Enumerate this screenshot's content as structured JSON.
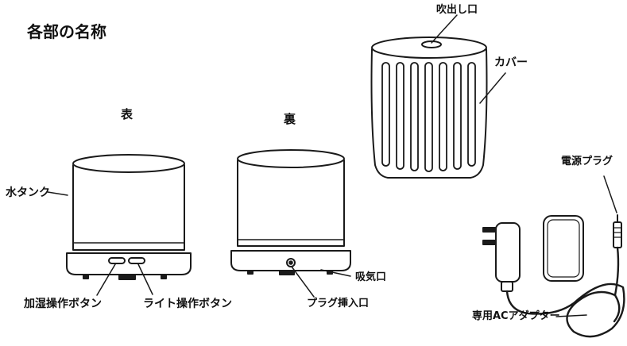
{
  "title": "各部の名称",
  "views": {
    "front": "表",
    "back": "裏"
  },
  "labels": {
    "outlet": "吹出し口",
    "cover": "カバー",
    "power_plug": "電源プラグ",
    "water_tank": "水タンク",
    "humidify_button": "加湿操作ボタン",
    "light_button": "ライト操作ボタン",
    "plug_inlet": "プラグ挿入口",
    "air_intake": "吸気口",
    "ac_adapter": "専用ACアダプター"
  },
  "colors": {
    "line": "#1a1a1a",
    "background": "#ffffff"
  }
}
